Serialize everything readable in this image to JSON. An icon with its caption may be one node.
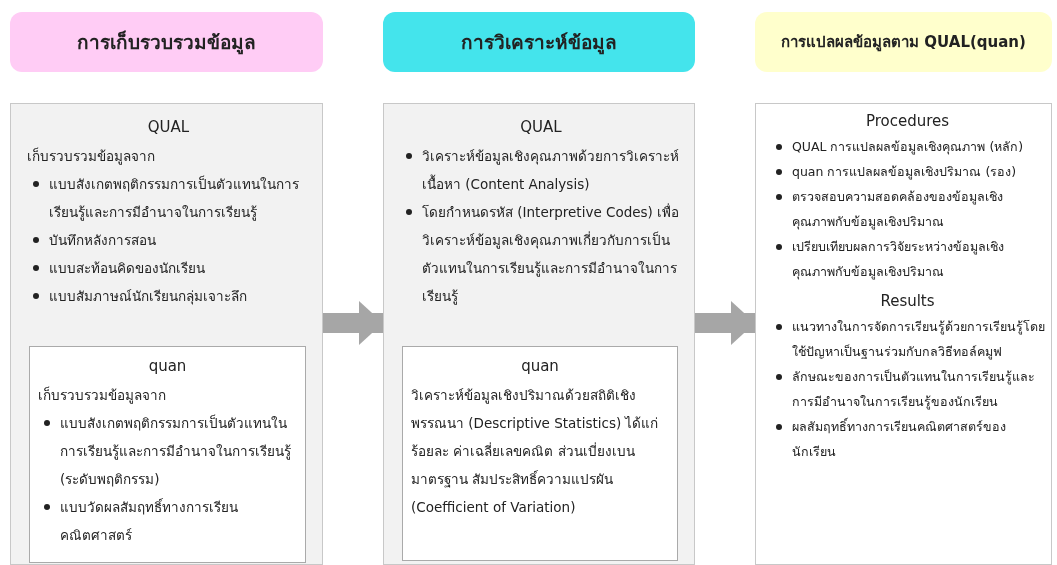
{
  "diagram": {
    "nodes": [
      {
        "text": [
          "การเก็บรวบรวมข้อมูล"
        ]
      },
      {
        "text": [
          "การวิเคราะห์ข้อมูล"
        ]
      },
      {
        "text": [
          "การแปลผลข้อมูลตาม QUAL(quan)"
        ]
      },
      {
        "text": [
          "QUAL",
          "เก็บรวบรวมข้อมูลจาก",
          "แบบสังเกตพฤติกรรมการเป็นตัวแทนในการเรียนรู้และการมีอำนาจในการเรียนรู้",
          "บันทึกหลังการสอน",
          "แบบสะท้อนคิดของนักเรียน",
          "แบบสัมภาษณ์นักเรียนกลุ่มเจาะลึก"
        ]
      },
      {
        "text": [
          "quan",
          "เก็บรวบรวมข้อมูลจาก",
          "แบบสังเกตพฤติกรรมการเป็นตัวแทนในการเรียนรู้และการมีอำนาจในการเรียนรู้ (ระดับพฤติกรรม)",
          "แบบวัดผลสัมฤทธิ์ทางการเรียนคณิตศาสตร์"
        ],
        "in": 3
      },
      {
        "text": [
          "QUAL",
          "วิเคราะห์ข้อมูลเชิงคุณภาพด้วยการวิเคราะห์เนื้อหา (Content Analysis)",
          "โดยกำหนดรหัส (Interpretive Codes) เพื่อวิเคราะห์ข้อมูลเชิงคุณภาพเกี่ยวกับการเป็นตัวแทนในการเรียนรู้และการมีอำนาจในการเรียนรู้"
        ]
      },
      {
        "text": [
          "quan",
          "วิเคราะห์ข้อมูลเชิงปริมาณด้วยสถิติเชิงพรรณนา (Descriptive Statistics) ได้แก่ ร้อยละ ค่าเฉลี่ยเลขคณิต ส่วนเบี่ยงเบนมาตรฐาน สัมประสิทธิ์ความแปรผัน (Coefficient of Variation)"
        ],
        "in": 5
      },
      {
        "text": [
          "Procedures",
          "QUAL การแปลผลข้อมูลเชิงคุณภาพ (หลัก)",
          "quan การแปลผลข้อมูลเชิงปริมาณ (รอง)",
          "ตรวจสอบความสอดคล้องของข้อมูลเชิงคุณภาพกับข้อมูลเชิงปริมาณ",
          "เปรียบเทียบผลการวิจัยระหว่างข้อมูลเชิงคุณภาพกับข้อมูลเชิงปริมาณ",
          "Results",
          "แนวทางในการจัดการเรียนรู้ด้วยการเรียนรู้โดยใช้ปัญหาเป็นฐานร่วมกับกลวิธีทอล์คมูฟ",
          "ลักษณะของการเป็นตัวแทนในการเรียนรู้และการมีอำนาจในการเรียนรู้ของนักเรียน",
          "ผลสัมฤทธิ์ทางการเรียนคณิตศาสตร์ของนักเรียน"
        ]
      }
    ],
    "edges": [
      {
        "from": 3,
        "to": 5,
        "arrow": "to"
      },
      {
        "from": 5,
        "to": 7,
        "arrow": "to"
      }
    ]
  }
}
